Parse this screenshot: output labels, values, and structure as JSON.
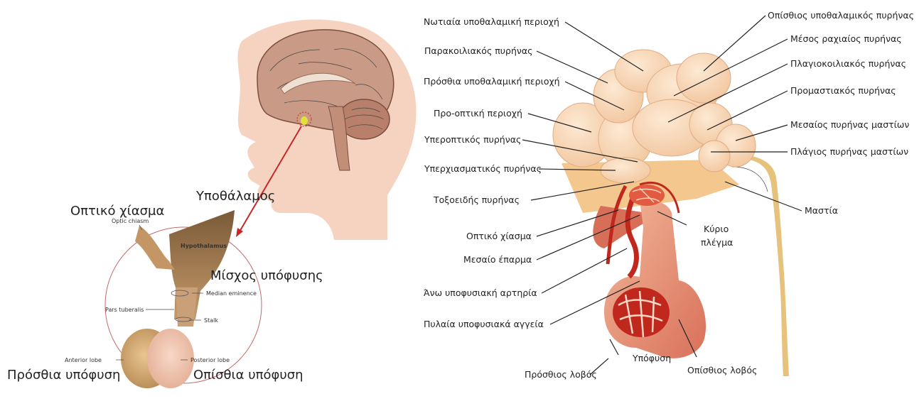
{
  "left_panel": {
    "greek_labels": {
      "hypothalamus": "Υποθάλαμος",
      "optic_chiasm": "Οπτικό χίασμα",
      "pituitary_stalk": "Μίσχος υπόφυσης",
      "anterior_pituitary": "Πρόσθια υπόφυση",
      "posterior_pituitary": "Οπίσθια υπόφυση"
    },
    "english_labels": {
      "optic_chiasm": "Optic chiasm",
      "hypothalamus": "Hypothalamus",
      "median_eminence": "Median eminence",
      "pars_tuberalis": "Pars tuberalis",
      "stalk": "Stalk",
      "anterior_lobe": "Anterior lobe",
      "posterior_lobe": "Posterior lobe"
    }
  },
  "right_panel": {
    "left_labels": [
      "Νωτιαία υποθαλαμική περιοχή",
      "Παρακοιλιακός πυρήνας",
      "Πρόσθια υποθαλαμική περιοχή",
      "Προ-οπτική περιοχή",
      "Υπεροπτικός πυρήνας",
      "Υπερχιασματικός πυρήνας",
      "Τοξοειδής πυρήνας",
      "Οπτικό χίασμα",
      "Μεσαίο έπαρμα",
      "Άνω υποφυσιακή αρτηρία",
      "Πυλαία υποφυσιακά αγγεία"
    ],
    "right_labels": [
      "Οπίσθιος υποθαλαμικός πυρήνας",
      "Μέσος ραχιαίος πυρήνας",
      "Πλαγιοκοιλιακός πυρήνας",
      "Προμαστιακός πυρήνας",
      "Μεσαίος πυρήνας μαστίων",
      "Πλάγιος  πυρήνας μαστίων",
      "Μαστία"
    ],
    "center_labels": {
      "primary_plexus_line1": "Κύριο",
      "primary_plexus_line2": "πλέγμα",
      "pituitary": "Υπόφυση",
      "anterior_lobe": "Πρόσθιος λοβός",
      "posterior_lobe": "Οπίσθιος λοβός"
    }
  }
}
